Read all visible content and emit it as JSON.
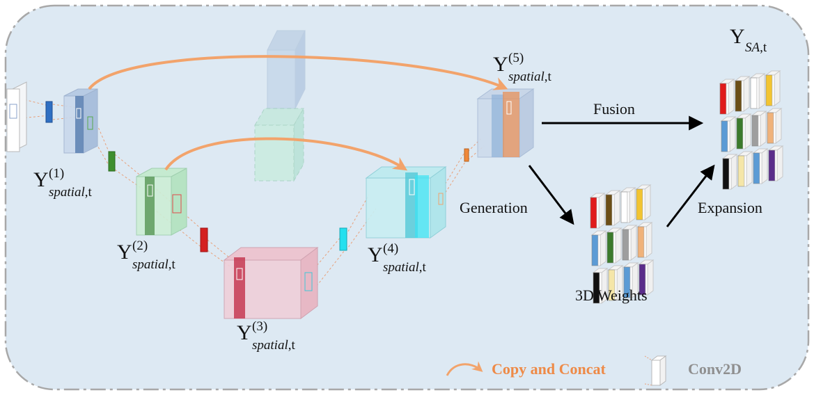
{
  "labels": {
    "y1": {
      "base": "Y",
      "sub": "spatial",
      "sub_tail": ",t",
      "sup": "(1)"
    },
    "y2": {
      "base": "Y",
      "sub": "spatial",
      "sub_tail": ",t",
      "sup": "(2)"
    },
    "y3": {
      "base": "Y",
      "sub": "spatial",
      "sub_tail": ",t",
      "sup": "(3)"
    },
    "y4": {
      "base": "Y",
      "sub": "spatial",
      "sub_tail": ",t",
      "sup": "(4)"
    },
    "y5": {
      "base": "Y",
      "sub": "spatial",
      "sub_tail": ",t",
      "sup": "(5)"
    },
    "ysa": {
      "base": "Y",
      "sub": "SA",
      "sub_tail": ",t"
    }
  },
  "arrows": {
    "fusion": "Fusion",
    "generation": "Generation",
    "expansion": "Expansion"
  },
  "weights_caption": "3D Weights",
  "legend": {
    "copy_concat": "Copy and Concat",
    "conv2d": "Conv2D"
  },
  "colors": {
    "panel_bg": "#dde9f3",
    "panel_border": "#a8a8a8",
    "copy_arrow": "#f2a36b",
    "legend_copy_text": "#ee8a47",
    "legend_conv_text": "#8f8f8f",
    "stage1": "#7d9cc4",
    "stage2": "#8fcf9a",
    "stage3": "#e8a7b7",
    "stage4": "#7fdde6",
    "stage5": "#f0a46f"
  },
  "weights_grid_colors": [
    [
      "#e01b1b",
      "#6b4e16",
      "#ffffff",
      "#f2c431"
    ],
    [
      "#5b9bd5",
      "#3c7a2c",
      "#9e9e9e",
      "#f0b27a"
    ],
    [
      "#111111",
      "#f5e6a8",
      "#5b9bd5",
      "#5b2d8a"
    ]
  ]
}
